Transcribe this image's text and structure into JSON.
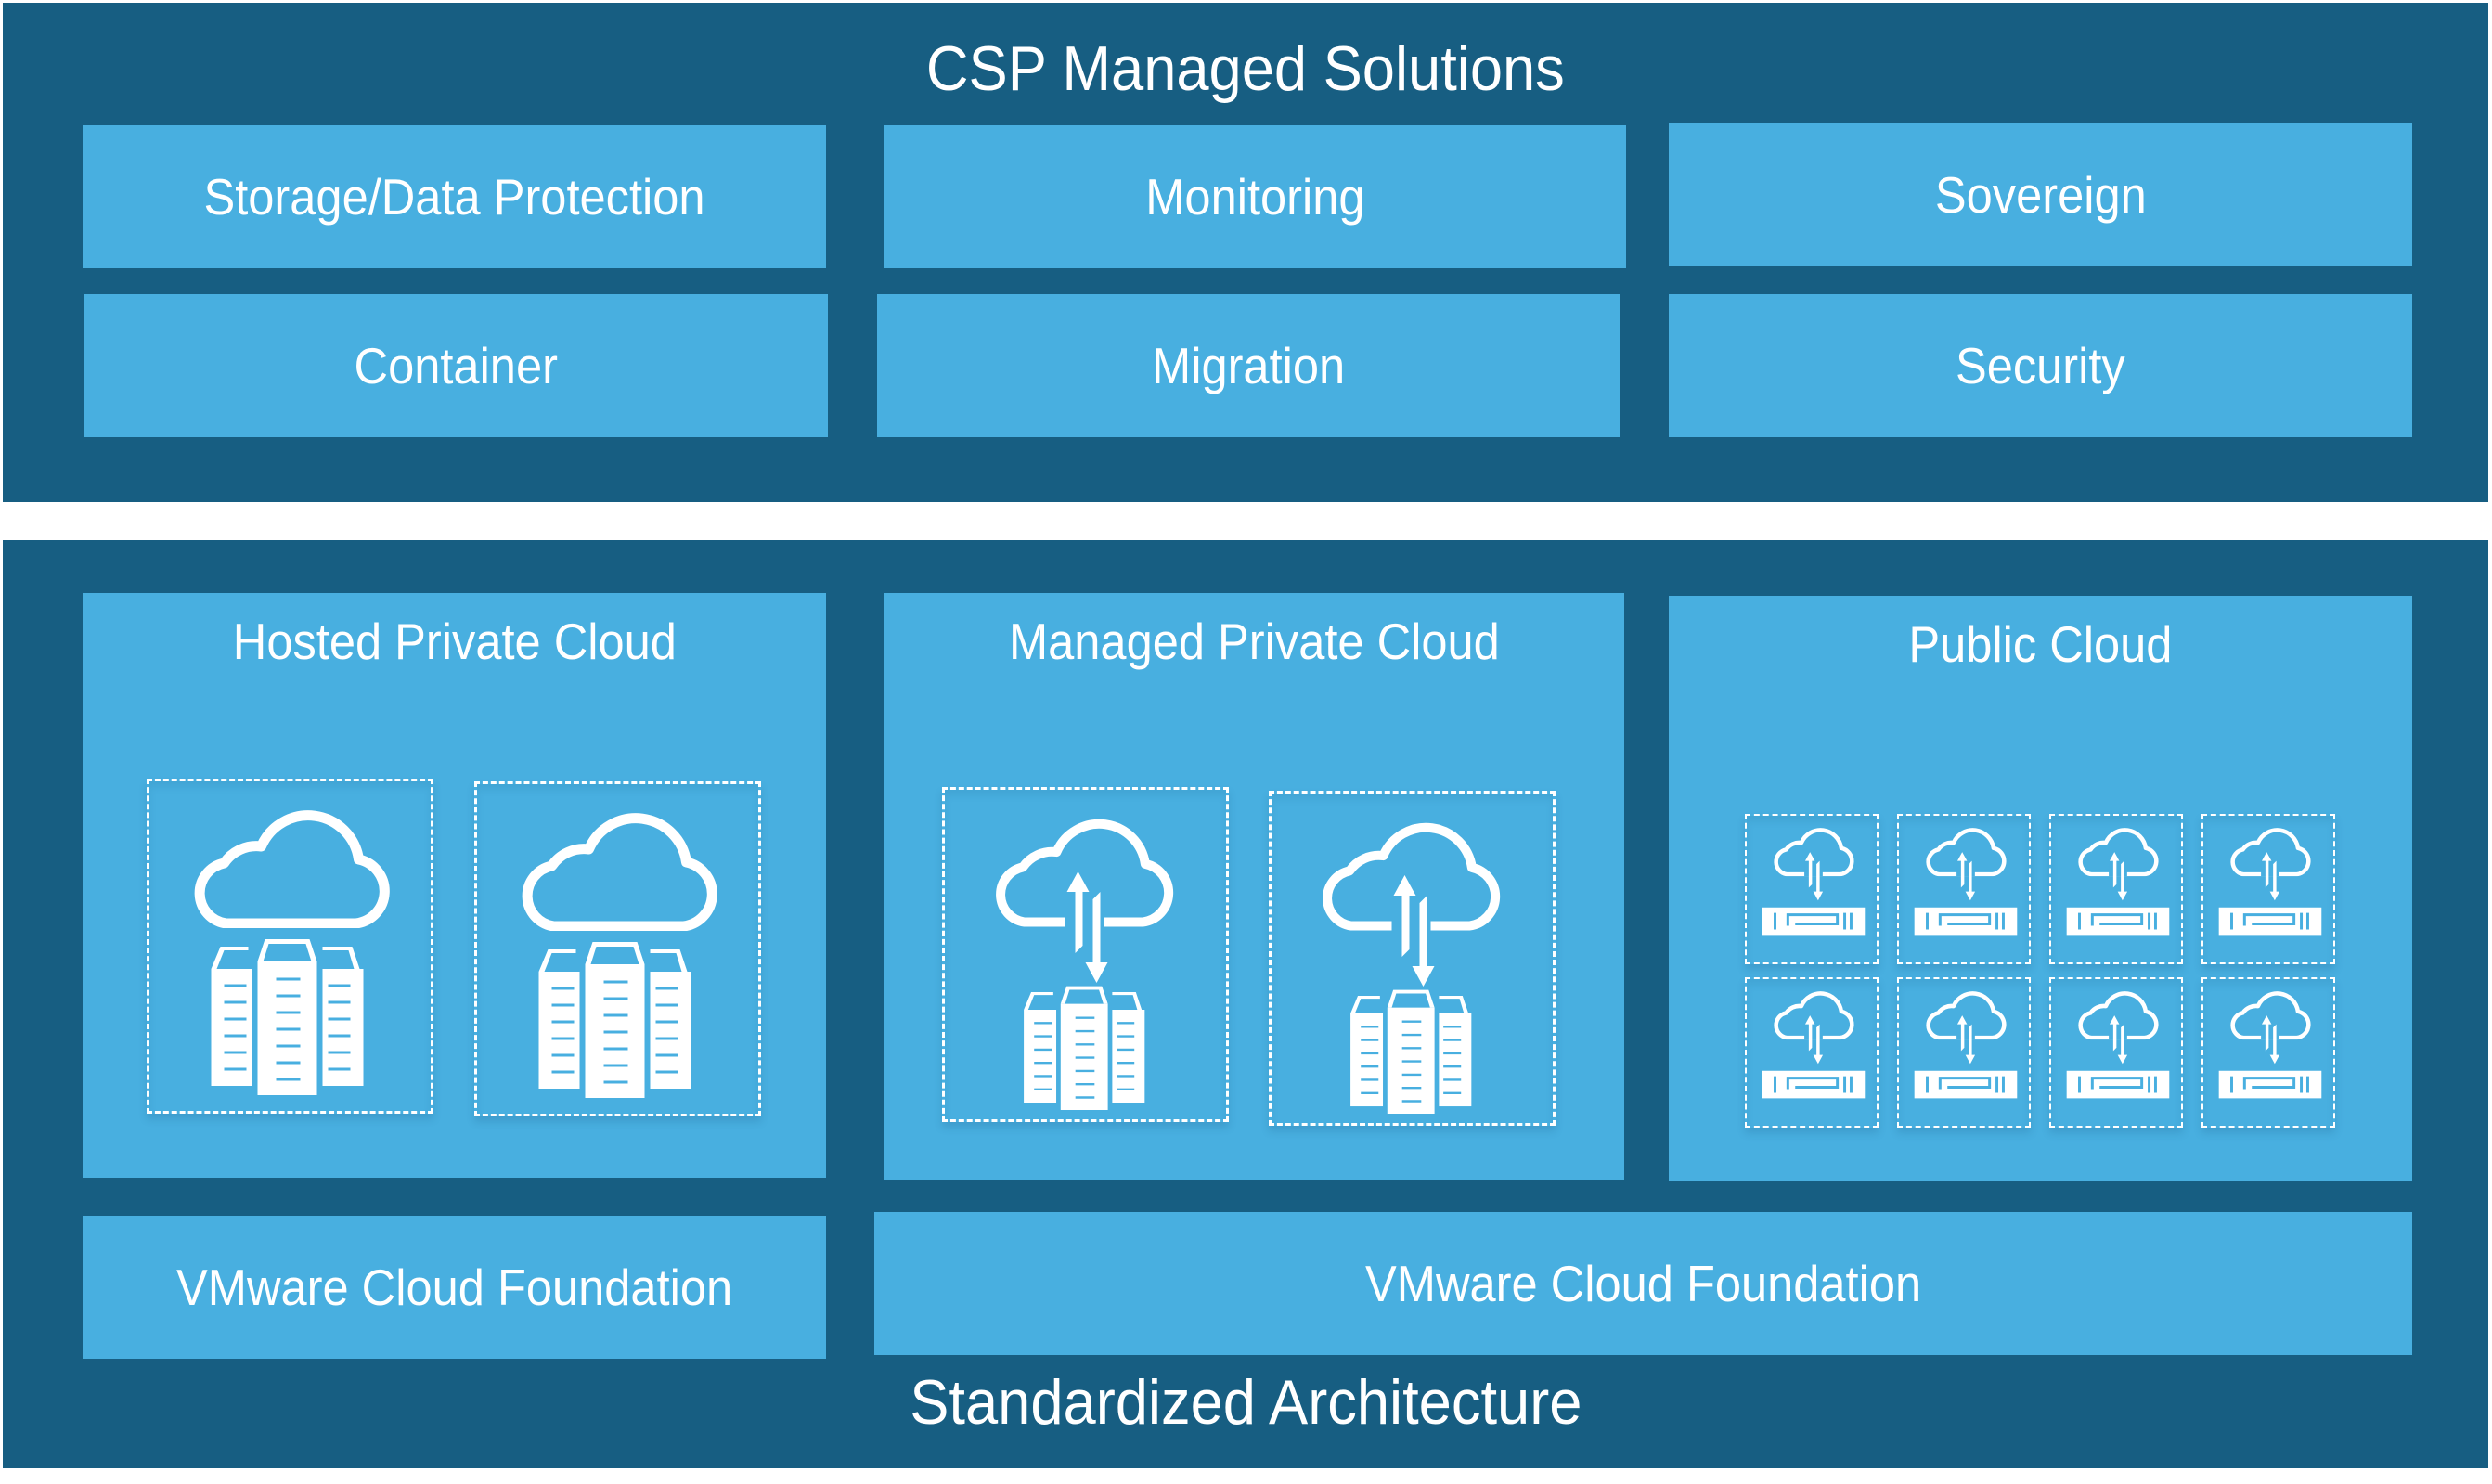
{
  "top_section": {
    "title": "CSP Managed Solutions",
    "solutions": [
      {
        "label": "Storage/Data Protection"
      },
      {
        "label": "Monitoring"
      },
      {
        "label": "Sovereign"
      },
      {
        "label": "Container"
      },
      {
        "label": "Migration"
      },
      {
        "label": "Security"
      }
    ]
  },
  "bottom_section": {
    "title": "Standardized Architecture",
    "clouds": [
      {
        "label": "Hosted Private Cloud",
        "icon": "cloud-datacenter-icon",
        "tile_count": 2
      },
      {
        "label": "Managed Private Cloud",
        "icon": "cloud-sync-datacenter-icon",
        "tile_count": 2
      },
      {
        "label": "Public Cloud",
        "icon": "cloud-sync-server-icon",
        "tile_count": 8
      }
    ],
    "foundations": [
      {
        "label": "VMware Cloud Foundation"
      },
      {
        "label": "VMware Cloud Foundation"
      }
    ]
  },
  "colors": {
    "frame": "#175E82",
    "box": "#48AFE0",
    "text": "#FFFFFF"
  }
}
